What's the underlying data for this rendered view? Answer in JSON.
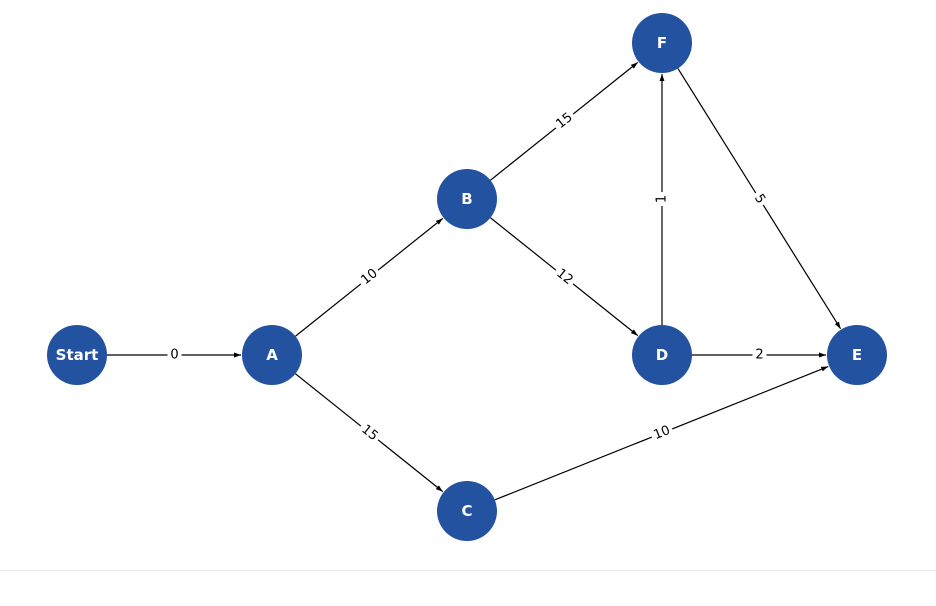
{
  "graph": {
    "nodes": [
      {
        "id": "Start",
        "label": "Start"
      },
      {
        "id": "A",
        "label": "A"
      },
      {
        "id": "B",
        "label": "B"
      },
      {
        "id": "C",
        "label": "C"
      },
      {
        "id": "D",
        "label": "D"
      },
      {
        "id": "E",
        "label": "E"
      },
      {
        "id": "F",
        "label": "F"
      }
    ],
    "edges": [
      {
        "from": "Start",
        "to": "A",
        "label": "0"
      },
      {
        "from": "A",
        "to": "B",
        "label": "10"
      },
      {
        "from": "A",
        "to": "C",
        "label": "15"
      },
      {
        "from": "B",
        "to": "F",
        "label": "15"
      },
      {
        "from": "B",
        "to": "D",
        "label": "12"
      },
      {
        "from": "D",
        "to": "F",
        "label": "1"
      },
      {
        "from": "D",
        "to": "E",
        "label": "2"
      },
      {
        "from": "F",
        "to": "E",
        "label": "5"
      },
      {
        "from": "C",
        "to": "E",
        "label": "10"
      }
    ]
  },
  "colors": {
    "node_fill": "#2352a0",
    "node_text": "#ffffff",
    "edge": "#000000"
  }
}
